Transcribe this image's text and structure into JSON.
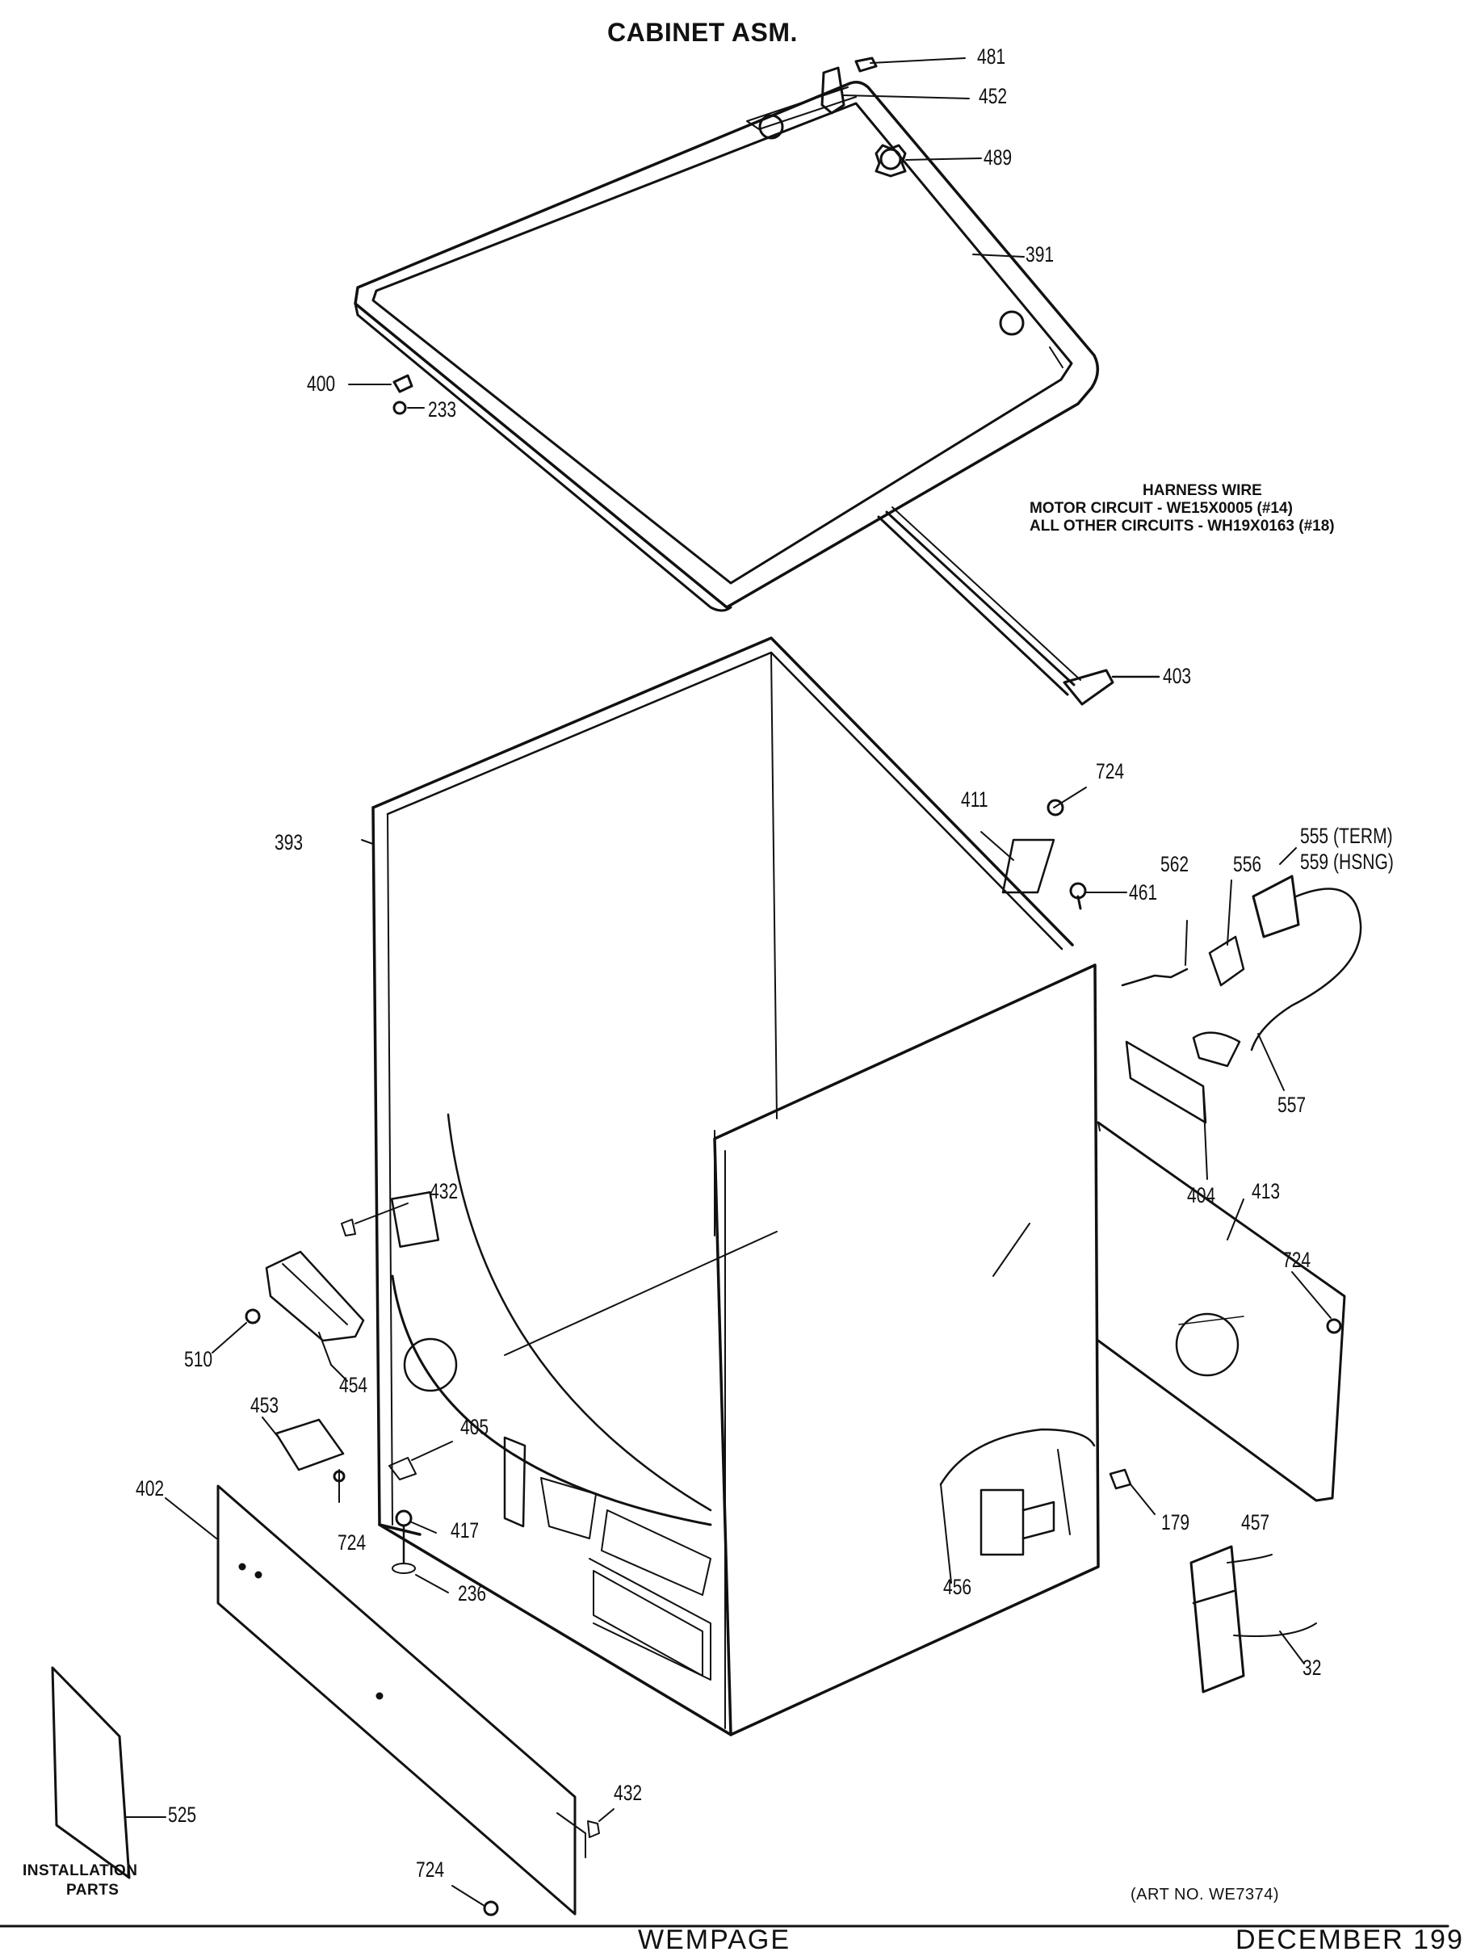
{
  "title": "CABINET ASM.",
  "harness": {
    "heading": "HARNESS WIRE",
    "line1": "MOTOR CIRCUIT - WE15X0005 (#14)",
    "line2": "ALL OTHER CIRCUITS - WH19X0163 (#18)"
  },
  "callouts": {
    "c481": "481",
    "c452": "452",
    "c489": "489",
    "c391": "391",
    "c400": "400",
    "c233": "233",
    "c403": "403",
    "c393": "393",
    "c411": "411",
    "c724a": "724",
    "c461": "461",
    "c562": "562",
    "c556": "556",
    "c555": "555 (TERM)",
    "c559": "559 (HSNG)",
    "c557": "557",
    "c404": "404",
    "c413": "413",
    "c724b": "724",
    "c432a": "432",
    "c510": "510",
    "c454": "454",
    "c453": "453",
    "c405": "405",
    "c724c": "724",
    "c417": "417",
    "c236": "236",
    "c402": "402",
    "c179": "179",
    "c457": "457",
    "c456": "456",
    "c32": "32",
    "c525": "525",
    "c432b": "432",
    "c724d": "724"
  },
  "installation_label": [
    "INSTALLATION",
    "PARTS"
  ],
  "art_no": "(ART NO. WE7374)",
  "footer_mid": "WEMPAGE",
  "footer_right": "DECEMBER 199"
}
